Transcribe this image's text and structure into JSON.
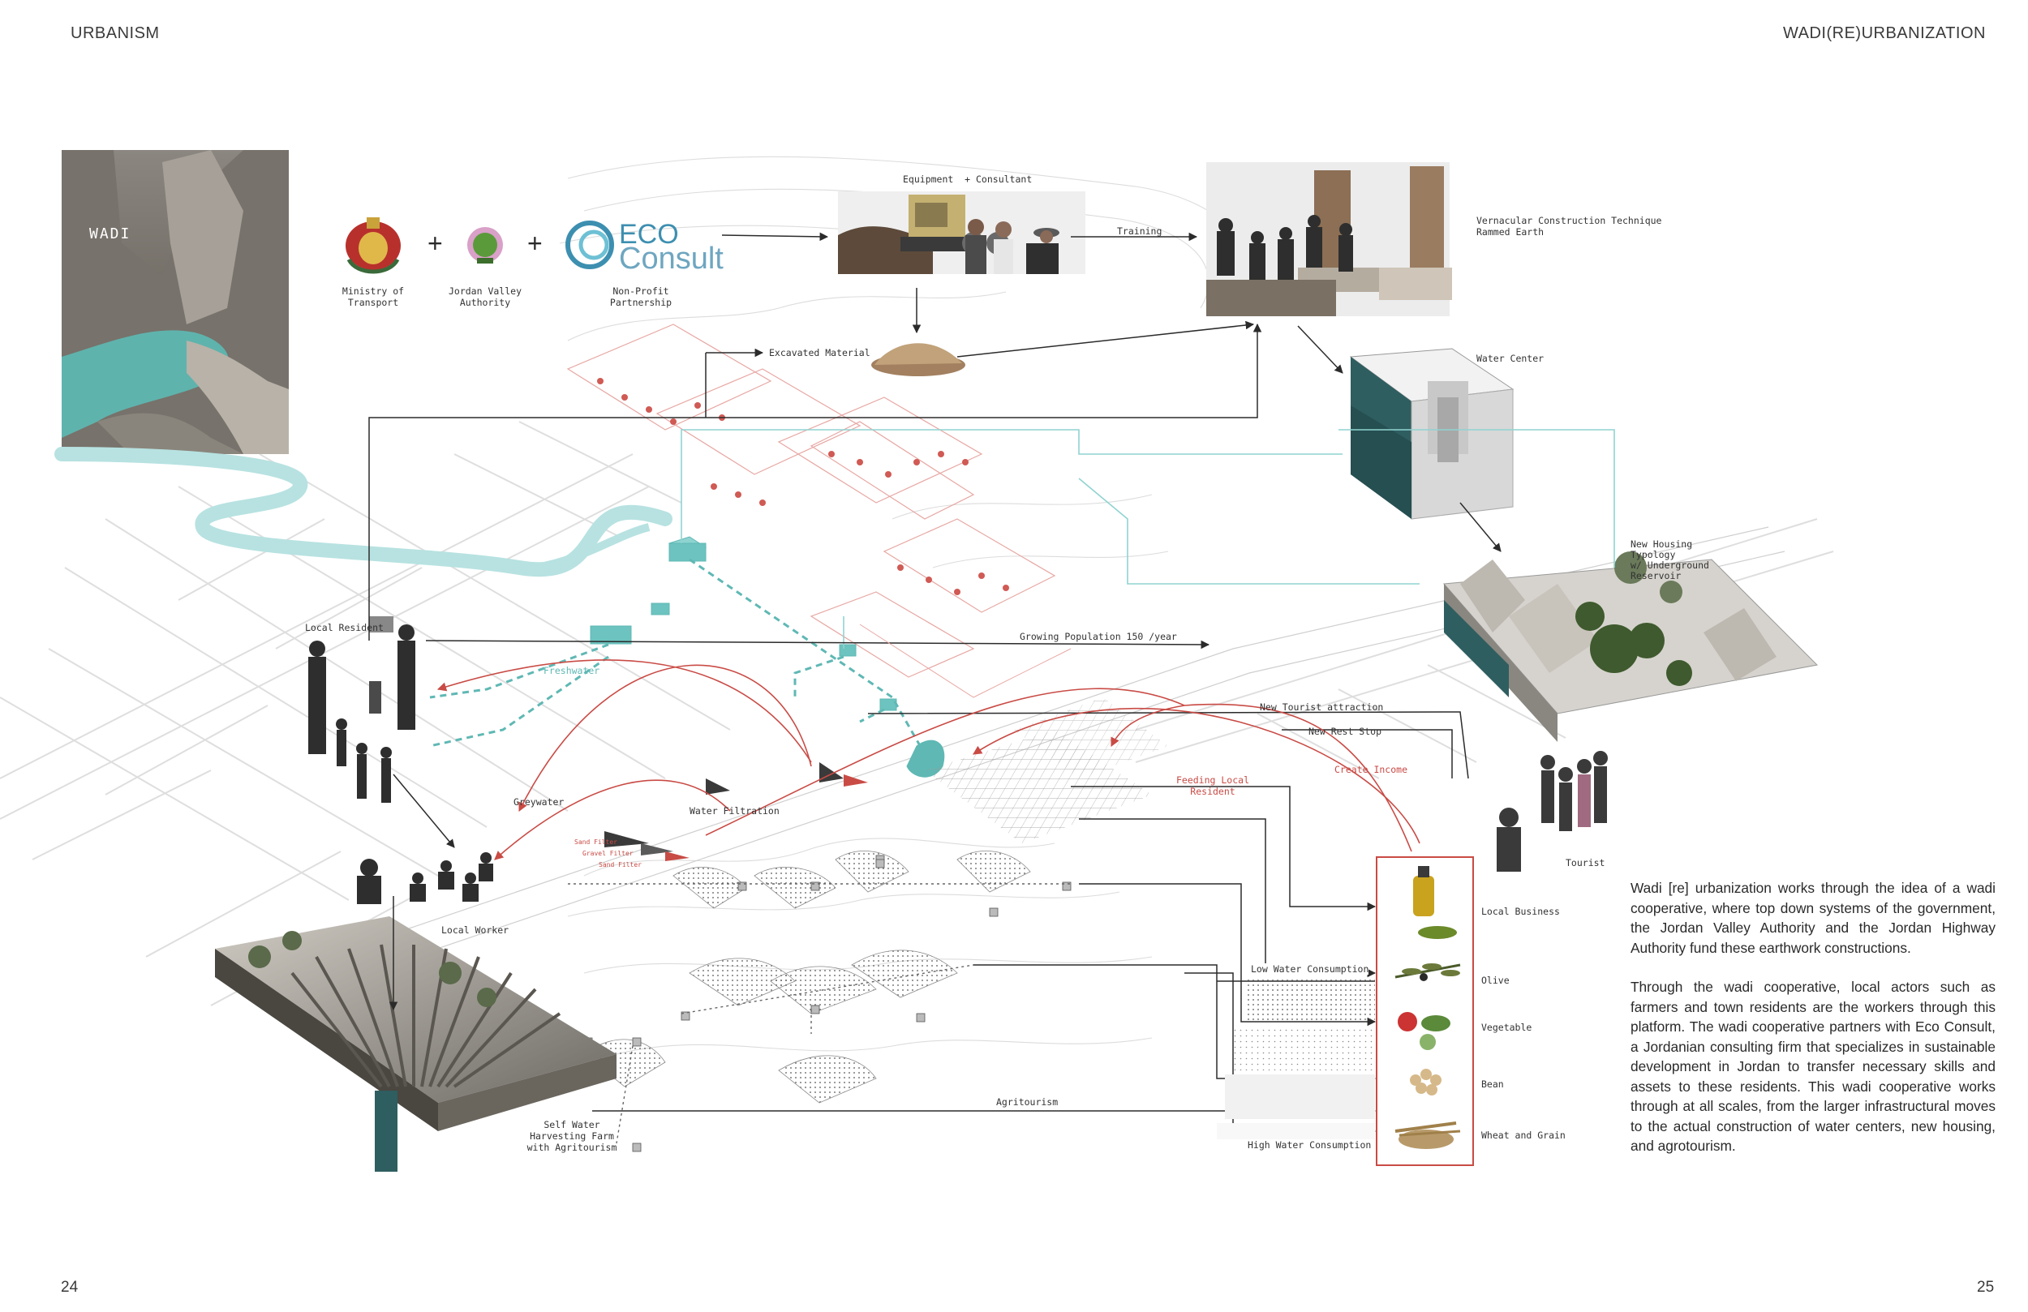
{
  "header": {
    "left": "URBANISM",
    "right": "WADI(RE)URBANIZATION"
  },
  "page_numbers": {
    "left": "24",
    "right": "25"
  },
  "photo": {
    "label": "WADI"
  },
  "partners": {
    "ministry": "Ministry of\nTransport",
    "jva": "Jordan Valley\nAuthority",
    "nonprofit": "Non-Profit\nPartnership",
    "eco_logo_top": "ECO",
    "eco_logo_bottom": "Consult",
    "plus": "+"
  },
  "labels": {
    "equipment": "Equipment  + Consultant",
    "training": "Training",
    "vernacular": "Vernacular Construction Technique\nRammed Earth",
    "excavated": "Excavated Material",
    "water_center": "Water Center",
    "new_housing": "New Housing\nTypology\nw/ Underground\nReservoir",
    "local_resident": "Local Resident",
    "growing_population": "Growing Population 150 /year",
    "freshwater": "Freshwater",
    "greywater": "Greywater",
    "water_filtration": "Water Filtration",
    "new_tourist": "New Tourist attraction",
    "new_rest_stop": "New Rest Stop",
    "create_income": "Create Income",
    "feeding_local": "Feeding Local\nResident",
    "tourist": "Tourist",
    "local_worker": "Local Worker",
    "local_business": "Local Business",
    "olive": "Olive",
    "vegetable": "Vegetable",
    "bean": "Bean",
    "wheat": "Wheat and Grain",
    "low_water": "Low Water Consumption",
    "high_water": "High Water Consumption",
    "agritourism": "Agritourism",
    "self_water": "Self Water\nHarvesting Farm\nwith Agritourism",
    "filter_1": "Sand Filter",
    "filter_2": "Gravel Filter",
    "filter_3": "Sand Filter"
  },
  "body_text": {
    "p1": "Wadi [re] urbanization works through the idea of a wadi cooperative, where top down systems of the government, the Jordan Valley Authority and the Jordan Highway Authority fund these earthwork constructions.",
    "p2": "Through the wadi cooperative, local actors such as farmers and town residents are the workers through this platform. The wadi cooperative partners with Eco Consult, a Jordanian consulting firm that specializes in sustainable development in Jordan to transfer necessary skills and assets to these residents. This wadi cooperative works through at all scales, from the larger infrastructural moves to the actual construction of water centers, new housing, and agrotourism."
  },
  "colors": {
    "teal": "#8fd3d1",
    "red": "#c94b45",
    "dark": "#2b2b2b",
    "grid": "#d9d9d9",
    "eco_blue": "#3d8fb0"
  }
}
